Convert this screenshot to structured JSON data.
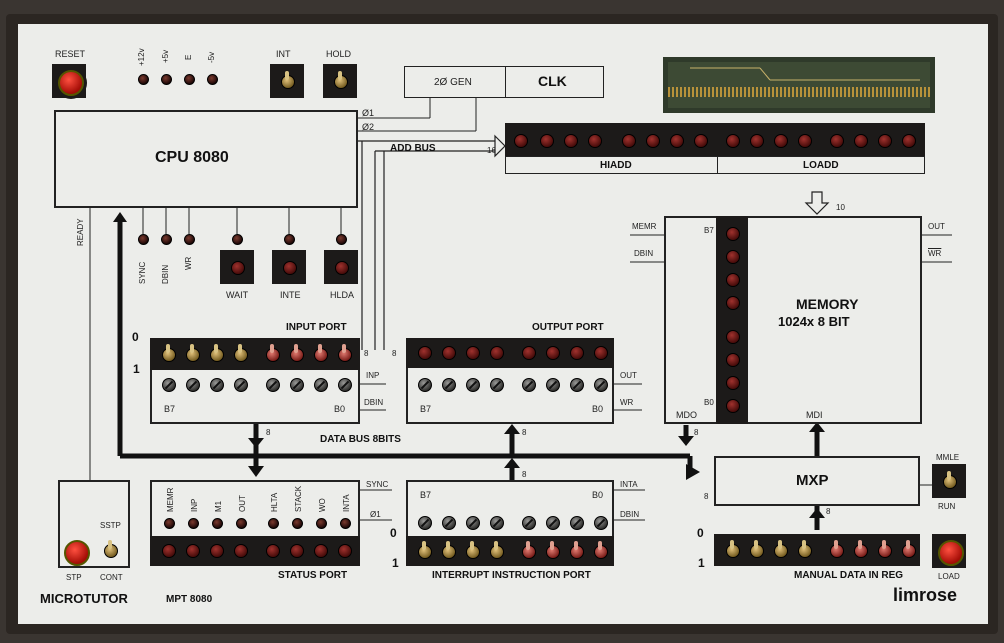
{
  "labels": {
    "reset": "RESET",
    "v12": "+12v",
    "v5p": "+5v",
    "e": "E",
    "v5n": "-5v",
    "int": "INT",
    "hold": "HOLD",
    "gen": "2Ø GEN",
    "clk": "CLK",
    "phi1": "Ø1",
    "phi2": "Ø2",
    "cpu": "CPU 8080",
    "addbus": "ADD BUS",
    "sixteen": "16",
    "hiadd": "HIADD",
    "loadd": "LOADD",
    "ten": "10",
    "ready": "READY",
    "sync": "SYNC",
    "dbin": "DBIN",
    "wr": "WR",
    "wait": "WAIT",
    "inte": "INTE",
    "hlda": "HLDA",
    "memr": "MEMR",
    "mem_dbin": "DBIN",
    "mem_out": "OUT",
    "mem_wr": "WR",
    "b7": "B7",
    "b0": "B0",
    "memory1": "MEMORY",
    "memory2": "1024x 8 BIT",
    "mdo": "MDO",
    "mdi": "MDI",
    "input_port": "INPUT PORT",
    "output_port": "OUTPUT PORT",
    "zero": "0",
    "one": "1",
    "inp": "INP",
    "ip_dbin": "DBIN",
    "op_out": "OUT",
    "op_wr": "WR",
    "eight": "8",
    "databus": "DATA BUS 8BITS",
    "mxp": "MXP",
    "mmle": "MMLE",
    "run": "RUN",
    "sstp": "SSTP",
    "stp": "STP",
    "cont": "CONT",
    "status_port": "STATUS PORT",
    "st_sync": "SYNC",
    "st_phi1": "Ø1",
    "interrupt_port": "INTERRUPT INSTRUCTION PORT",
    "ir_inta": "INTA",
    "ir_dbin": "DBIN",
    "manual": "MANUAL DATA IN REG",
    "load": "LOAD",
    "microtutor": "MICROTUTOR",
    "model": "MPT 8080",
    "brand": "limrose"
  },
  "status_signals": [
    "MEMR",
    "INP",
    "M1",
    "OUT",
    "HLTA",
    "STACK",
    "WO",
    "INTA"
  ]
}
